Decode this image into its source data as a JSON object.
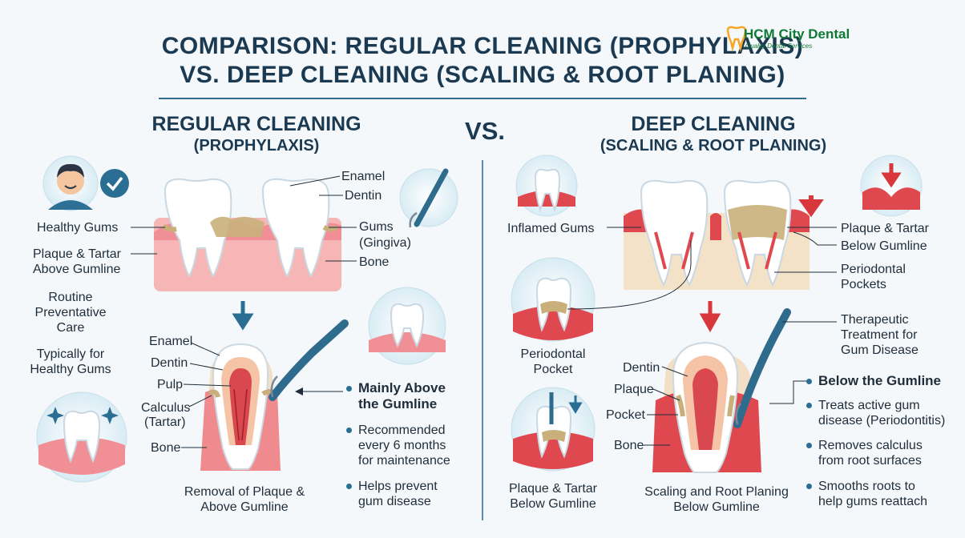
{
  "header": {
    "title_line1": "COMPARISON: REGULAR CLEANING (PROPHYLAXIS)",
    "title_line2": "VS. DEEP CLEANING (SCALING & ROOT PLANING)",
    "vs": "VS."
  },
  "logo": {
    "name": "HCM City Dental",
    "tagline": "Quality Dental Services"
  },
  "regular": {
    "title": "REGULAR CLEANING",
    "subtitle": "(PROPHYLAXIS)",
    "top_labels": {
      "enamel": "Enamel",
      "dentin": "Dentin",
      "gums": "Gums",
      "gingiva": "(Gingiva)",
      "bone": "Bone",
      "healthy_gums": "Healthy Gums",
      "plaque_1": "Plaque & Tartar",
      "plaque_2": "Above Gumline"
    },
    "side_notes": {
      "routine_1": "Routine",
      "routine_2": "Preventative",
      "routine_3": "Care",
      "typical_1": "Typically for",
      "typical_2": "Healthy Gums"
    },
    "cross_labels": {
      "enamel": "Enamel",
      "dentin": "Dentin",
      "pulp": "Pulp",
      "calculus": "Calculus",
      "tartar": "(Tartar)",
      "bone": "Bone"
    },
    "caption_1": "Removal of Plaque &",
    "caption_2": "Above Gumline",
    "bullets": [
      {
        "lines": [
          "Mainly Above",
          "the Gumline"
        ]
      },
      {
        "lines": [
          "Recommended",
          "every 6 months",
          "for maintenance"
        ]
      },
      {
        "lines": [
          "Helps prevent",
          "gum disease"
        ]
      }
    ]
  },
  "deep": {
    "title": "DEEP CLEANING",
    "subtitle": "(SCALING & ROOT PLANING)",
    "top_labels": {
      "inflamed": "Inflamed Gums",
      "plaque_1": "Plaque & Tartar",
      "plaque_2": "Below Gumline",
      "pockets_1": "Periodontal",
      "pockets_2": "Pockets",
      "therapeutic_1": "Therapeutic",
      "therapeutic_2": "Treatment for",
      "therapeutic_3": "Gum Disease"
    },
    "circle_labels": {
      "pocket_1": "Periodontal",
      "pocket_2": "Pocket",
      "below_1": "Plaque & Tartar",
      "below_2": "Below Gumline"
    },
    "cross_labels": {
      "dentin": "Dentin",
      "plaque": "Plaque",
      "pocket": "Pocket",
      "bone": "Bone"
    },
    "caption_1": "Scaling and Root Planing",
    "caption_2": "Below Gumline",
    "bullets": [
      {
        "lines": [
          "Below the Gumline"
        ]
      },
      {
        "lines": [
          "Treats active gum",
          "disease (Periodontitis)"
        ]
      },
      {
        "lines": [
          "Removes calculus",
          "from root surfaces"
        ]
      },
      {
        "lines": [
          "Smooths roots to",
          "help gums reattach"
        ]
      }
    ]
  },
  "colors": {
    "navy": "#1b3a52",
    "accent": "#2a6f93",
    "gum": "#f2a4a4",
    "gum_inflamed": "#e0484f",
    "tartar": "#c9b07a",
    "arrow_red": "#d8383c"
  }
}
